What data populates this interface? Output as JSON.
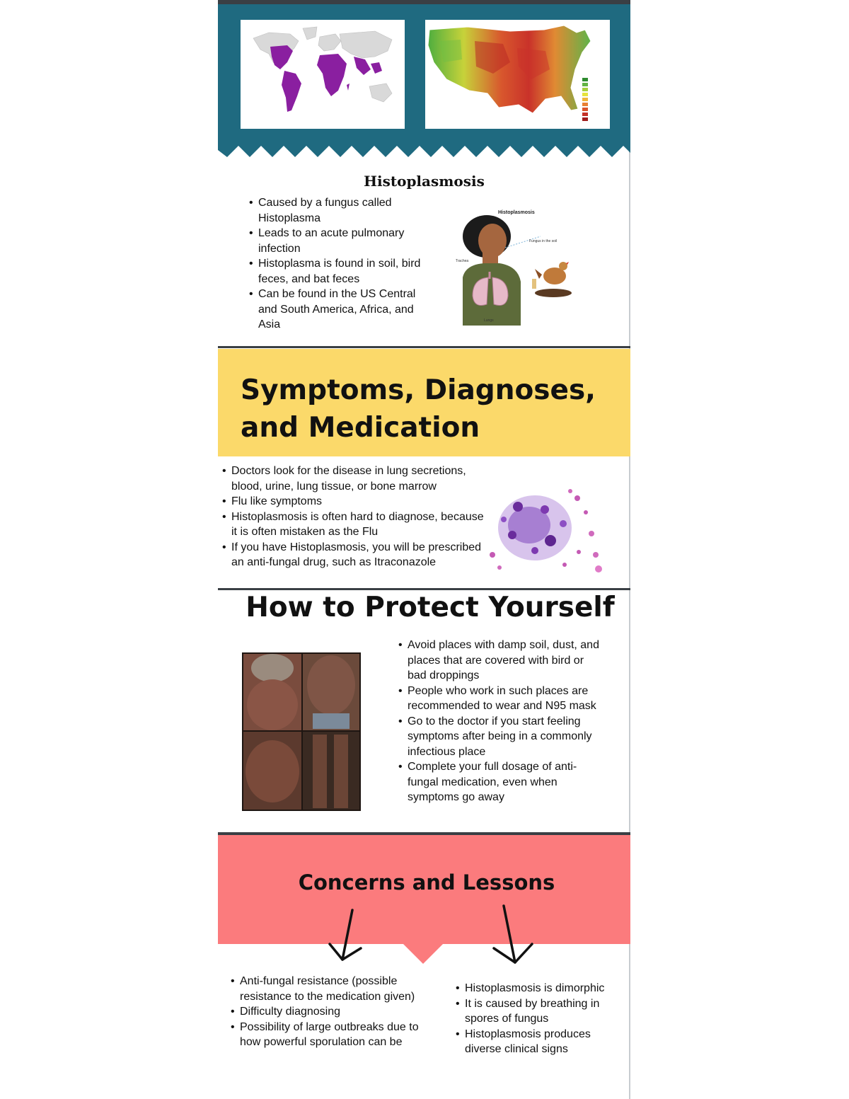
{
  "colors": {
    "teal": "#1f6a80",
    "dark_bar": "#3a3f44",
    "yellow": "#fbd96a",
    "pink": "#fb7b7d",
    "endemic_purple": "#8a1fa0"
  },
  "intro": {
    "title": "Histoplasmosis",
    "bullets": [
      "Caused by a fungus called Histoplasma",
      "Leads to an acute pulmonary infection",
      "Histoplasma is found in soil, bird feces, and bat feces",
      "Can be found in the US Central and South America, Africa, and Asia"
    ],
    "illustration": {
      "title": "Histoplasmosis",
      "label_fungus": "Fungus in the soil",
      "label_trachea": "Trachea",
      "label_lungs": "Lungs"
    }
  },
  "symptoms": {
    "title": "Symptoms, Diagnoses, and Medication",
    "bullets": [
      "Doctors look for the disease in lung secretions, blood, urine, lung tissue, or bone marrow",
      "Flu like symptoms",
      "Histoplasmosis is often hard to diagnose, because it is often mistaken as the Flu",
      "If you have Histoplasmosis, you will be prescribed an anti-fungal drug, such as Itraconazole"
    ]
  },
  "protect": {
    "title": "How to Protect Yourself",
    "bullets": [
      "Avoid places with damp soil, dust, and places that are covered with bird or bad droppings",
      "People who work in such places are recommended to wear and N95 mask",
      "Go to the doctor if you start feeling symptoms after being in a commonly infectious place",
      "Complete your full dosage of anti-fungal medication, even when symptoms go away"
    ]
  },
  "concerns": {
    "title": "Concerns and Lessons",
    "left_bullets": [
      "Anti-fungal resistance (possible resistance to the medication given)",
      "Difficulty diagnosing",
      "Possibility of large outbreaks due to how powerful sporulation can be"
    ],
    "right_bullets": [
      "Histoplasmosis is dimorphic",
      "It is caused by breathing in spores of fungus",
      "Histoplasmosis produces diverse clinical signs"
    ]
  }
}
